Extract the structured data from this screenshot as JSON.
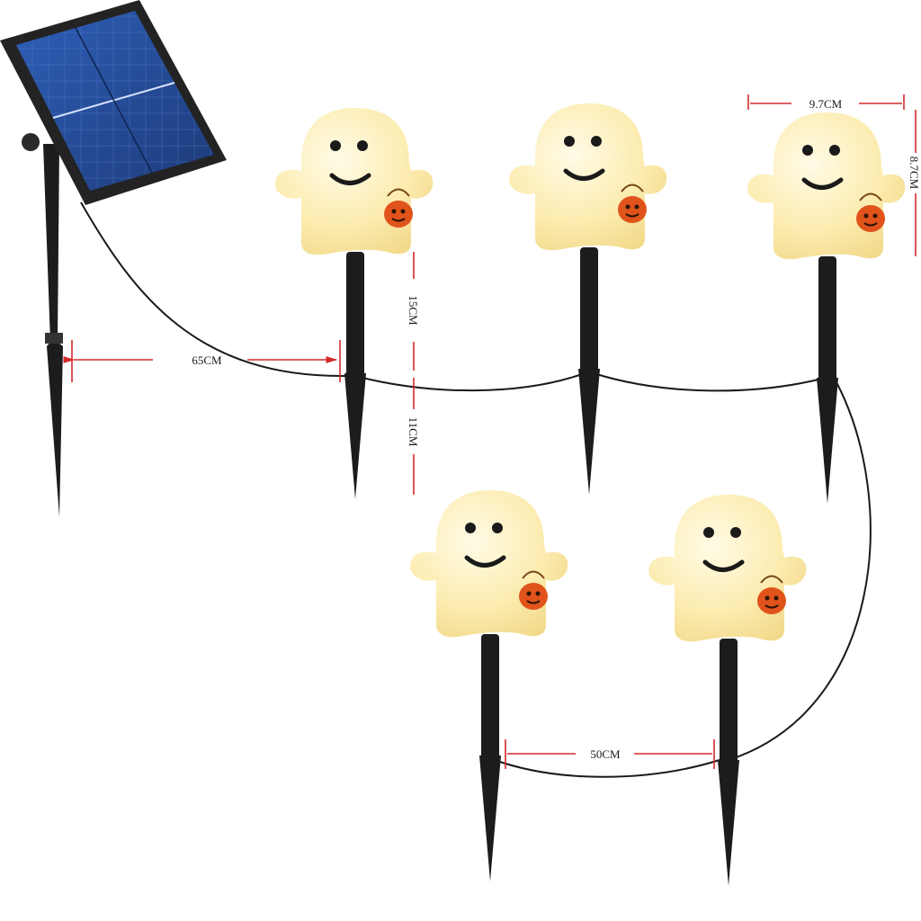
{
  "colors": {
    "background": "#ffffff",
    "dimension_line": "#d42a2a",
    "ghost_body": "#fbe9a8",
    "ghost_highlight": "#fff7d6",
    "ghost_face": "#1a1a1a",
    "pumpkin": "#e0531b",
    "stake": "#1c1c1c",
    "wire": "#1a1a1a",
    "panel_cells": "#2a4f9c",
    "panel_frame": "#232323"
  },
  "dimensions": {
    "spacing_first": "65CM",
    "stake_upper": "15CM",
    "stake_lower": "11CM",
    "ghost_width": "9.7CM",
    "ghost_height": "8.7CM",
    "spacing_bottom": "50CM"
  },
  "icons": [
    "solar-panel-icon",
    "ghost-light-icon",
    "pumpkin-bucket-icon"
  ]
}
